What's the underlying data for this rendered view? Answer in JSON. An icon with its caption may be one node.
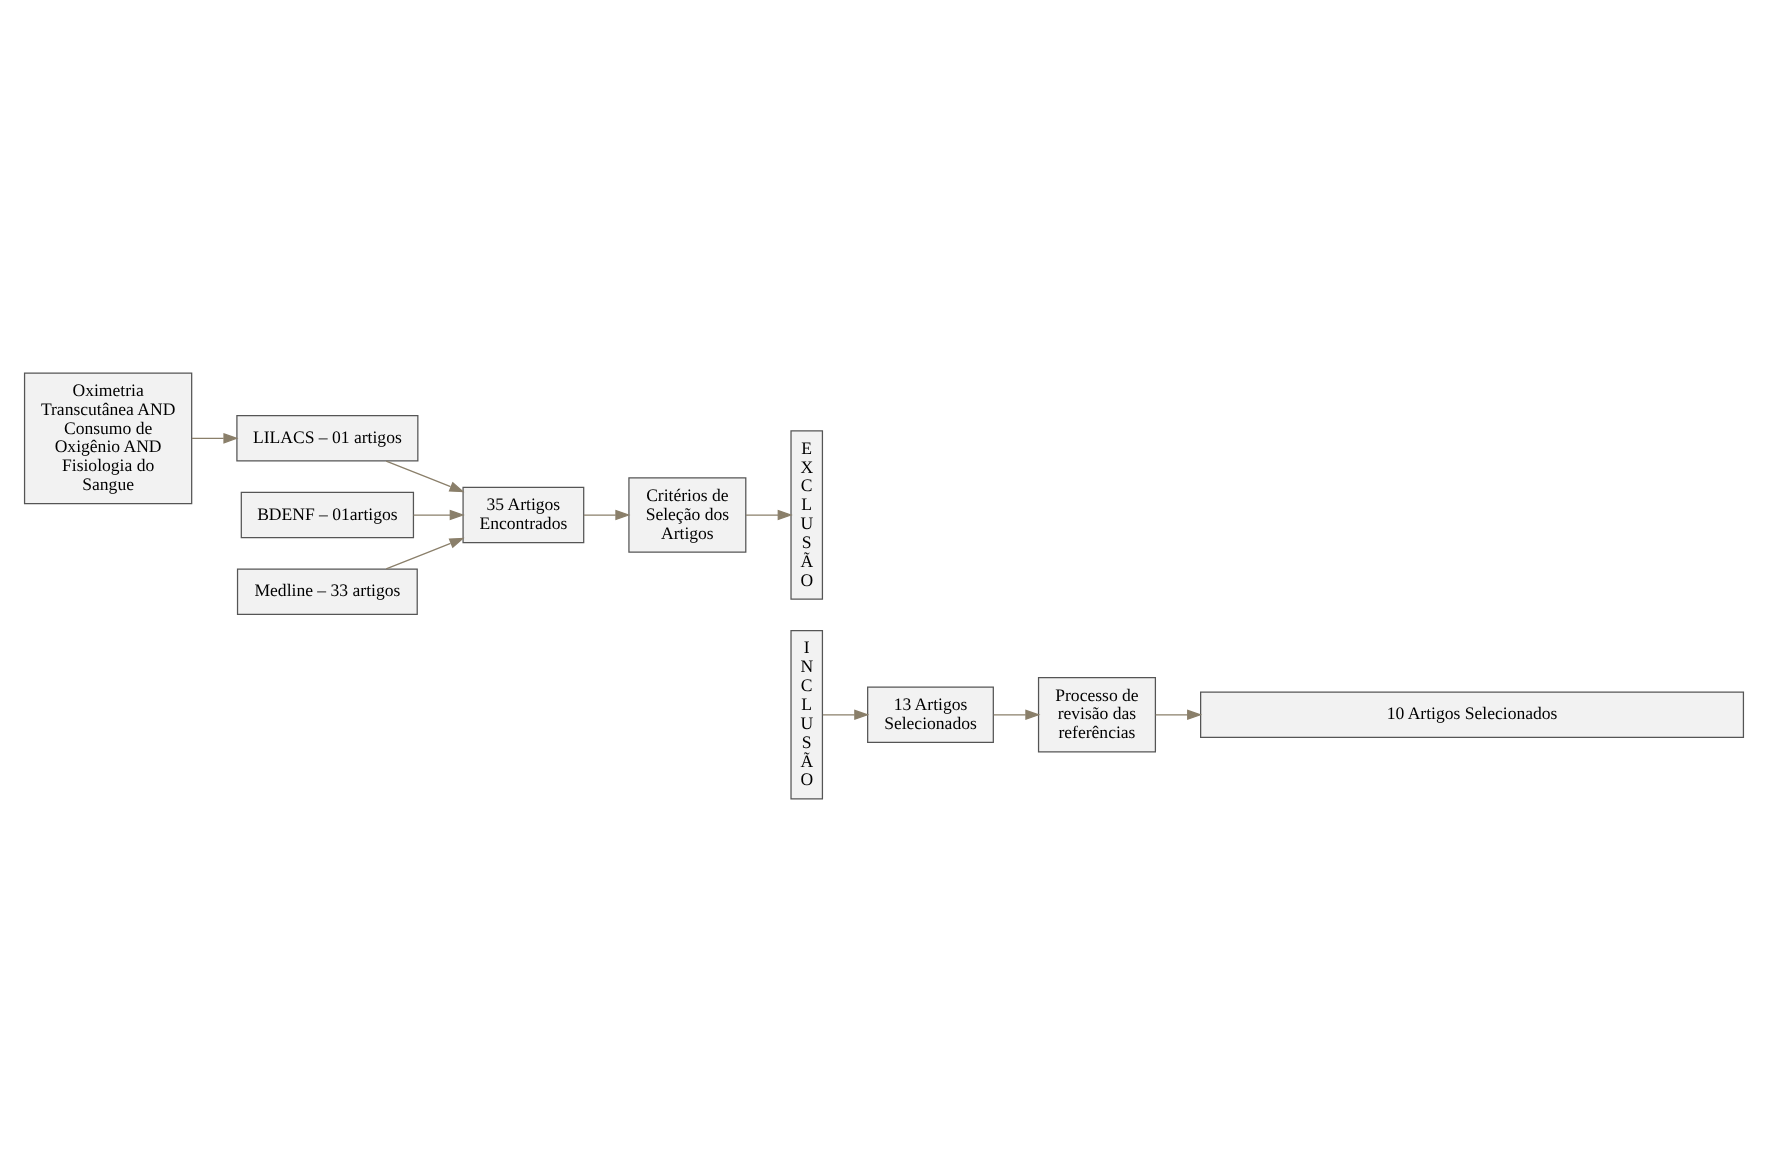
{
  "diagram": {
    "nodes": [
      {
        "text": [
          "Oximetria Transcutânea AND Consumo de Oxigênio AND Fisiologia do Sangue"
        ]
      },
      {
        "text": [
          "BDENF – 01artigos"
        ]
      },
      {
        "text": [
          "LILACS – 01 artigos"
        ]
      },
      {
        "text": [
          "Medline – 33 artigos"
        ]
      },
      {
        "text": [
          "35 Artigos Encontrados"
        ]
      },
      {
        "text": [
          "Critérios de Seleção dos Artigos"
        ]
      },
      {
        "text": [
          "E X C L U S Ã O"
        ]
      },
      {
        "text": [
          "I N C L U S Ã O"
        ]
      },
      {
        "text": [
          "13 Artigos Selecionados"
        ]
      },
      {
        "text": [
          "Processo de revisão das referências"
        ]
      },
      {
        "text": [
          "10 Artigos Selecionados"
        ]
      }
    ],
    "edges": [
      {
        "from": 0,
        "to": 2,
        "arrow": "to"
      },
      {
        "from": 1,
        "to": 4,
        "arrow": "to"
      },
      {
        "from": 2,
        "to": 4,
        "arrow": "to"
      },
      {
        "from": 3,
        "to": 4,
        "arrow": "to"
      },
      {
        "from": 4,
        "to": 5,
        "arrow": "to"
      },
      {
        "from": 5,
        "to": 6,
        "arrow": "to"
      },
      {
        "from": 7,
        "to": 8,
        "arrow": "to"
      },
      {
        "from": 8,
        "to": 9,
        "arrow": "to"
      },
      {
        "from": 9,
        "to": 10,
        "arrow": "to"
      }
    ]
  }
}
